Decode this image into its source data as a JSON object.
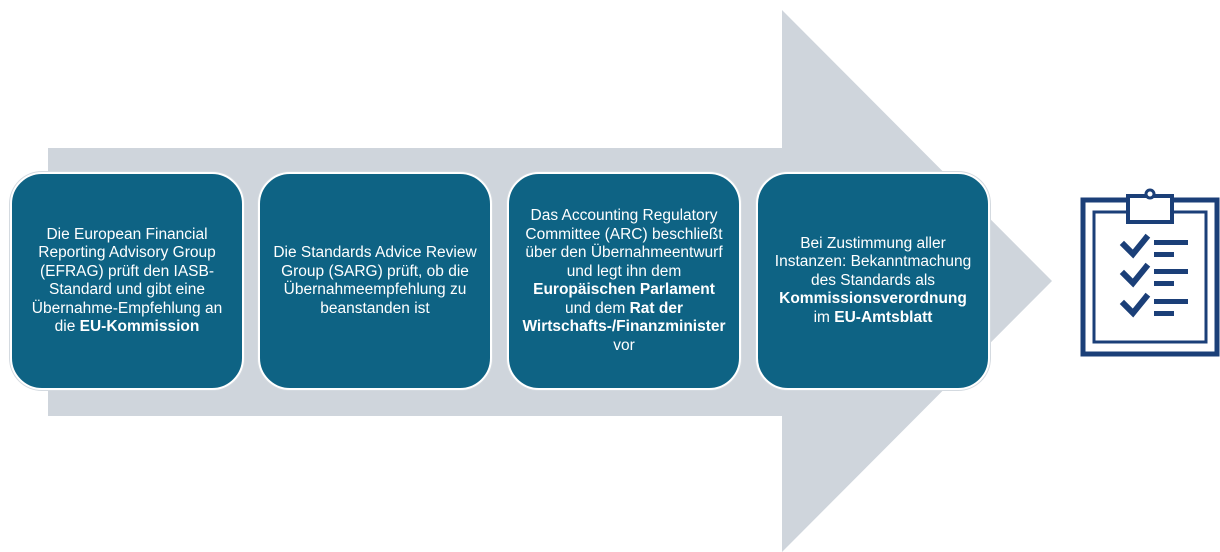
{
  "steps": [
    {
      "parts": [
        {
          "t": "Die European Financial Reporting Advisory Group (EFRAG) prüft den IASB-Standard und gibt eine Übernahme-Empfehlung an die ",
          "b": false
        },
        {
          "t": "EU-Kommission",
          "b": true
        }
      ]
    },
    {
      "parts": [
        {
          "t": "Die Standards Advice Review Group (SARG) prüft, ob die Übernahmeempfehlung zu beanstanden ist",
          "b": false
        }
      ]
    },
    {
      "parts": [
        {
          "t": "Das Accounting Regulatory Committee (ARC) beschließt über den Übernahmeentwurf und legt ihn dem ",
          "b": false
        },
        {
          "t": "Europäischen Parlament",
          "b": true
        },
        {
          "t": " und dem ",
          "b": false
        },
        {
          "t": "Rat der Wirtschafts-/Finanzminister",
          "b": true
        },
        {
          "t": " vor",
          "b": false
        }
      ]
    },
    {
      "parts": [
        {
          "t": "Bei Zustimmung aller Instanzen: Bekanntmachung des Standards als ",
          "b": false
        },
        {
          "t": "Kommissionsverordnung",
          "b": true
        },
        {
          "t": " im ",
          "b": false
        },
        {
          "t": "EU-Amtsblatt",
          "b": true
        }
      ]
    }
  ],
  "colors": {
    "box": "#0e6384",
    "arrow": "#cfd5dc",
    "icon": "#1b3f78"
  },
  "icon": "clipboard-checklist-icon"
}
